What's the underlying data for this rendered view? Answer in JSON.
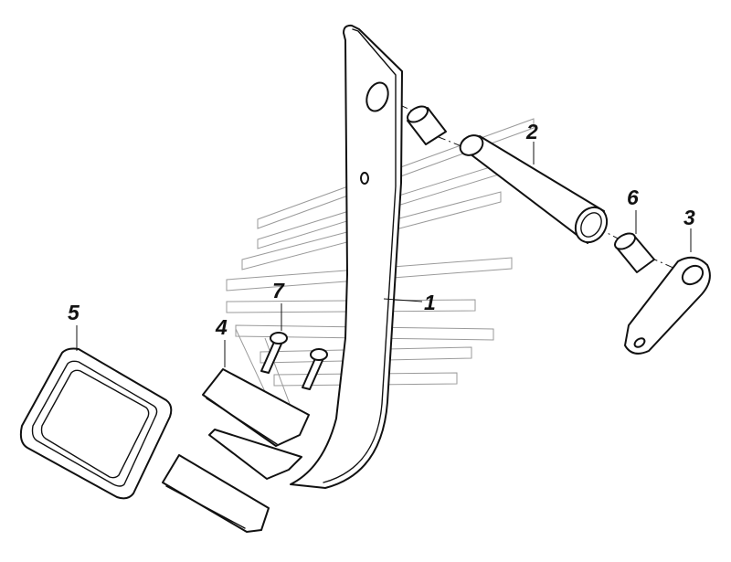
{
  "callouts": {
    "n1": "1",
    "n2": "2",
    "n3": "3",
    "n4": "4",
    "n5": "5",
    "n6": "6",
    "n7": "7"
  },
  "colors": {
    "line": "#111111",
    "watermark": "#9a9a9a",
    "background": "#ffffff"
  }
}
